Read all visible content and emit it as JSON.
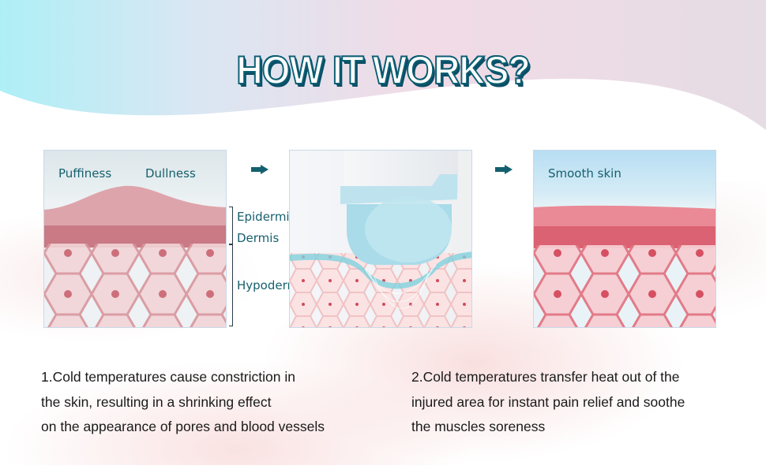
{
  "title": "HOW IT WORKS?",
  "colors": {
    "title_fill": "#ffffff",
    "title_outline": "#0b5f73",
    "label_text": "#17606e",
    "body_text": "#1a1a1a",
    "arrow": "#13606f",
    "skin_pink": "#e08a93",
    "device_blue": "#a9dbe9"
  },
  "panels": [
    {
      "id": "before",
      "labels": [
        "Puffiness",
        "Dullness"
      ]
    },
    {
      "id": "device"
    },
    {
      "id": "after",
      "labels": [
        "Smooth skin"
      ]
    }
  ],
  "layers": [
    "Epidermis",
    "Dermis",
    "Hypodermis"
  ],
  "arrows": [
    "arrow-right-icon",
    "arrow-right-icon"
  ],
  "descriptions": [
    {
      "lines": [
        "1.Cold temperatures cause constriction in",
        "the skin, resulting in a shrinking effect",
        "on the appearance of pores and blood vessels"
      ]
    },
    {
      "lines": [
        "2.Cold temperatures transfer heat out of the",
        "injured area for instant pain relief and soothe",
        "the muscles soreness"
      ]
    }
  ]
}
